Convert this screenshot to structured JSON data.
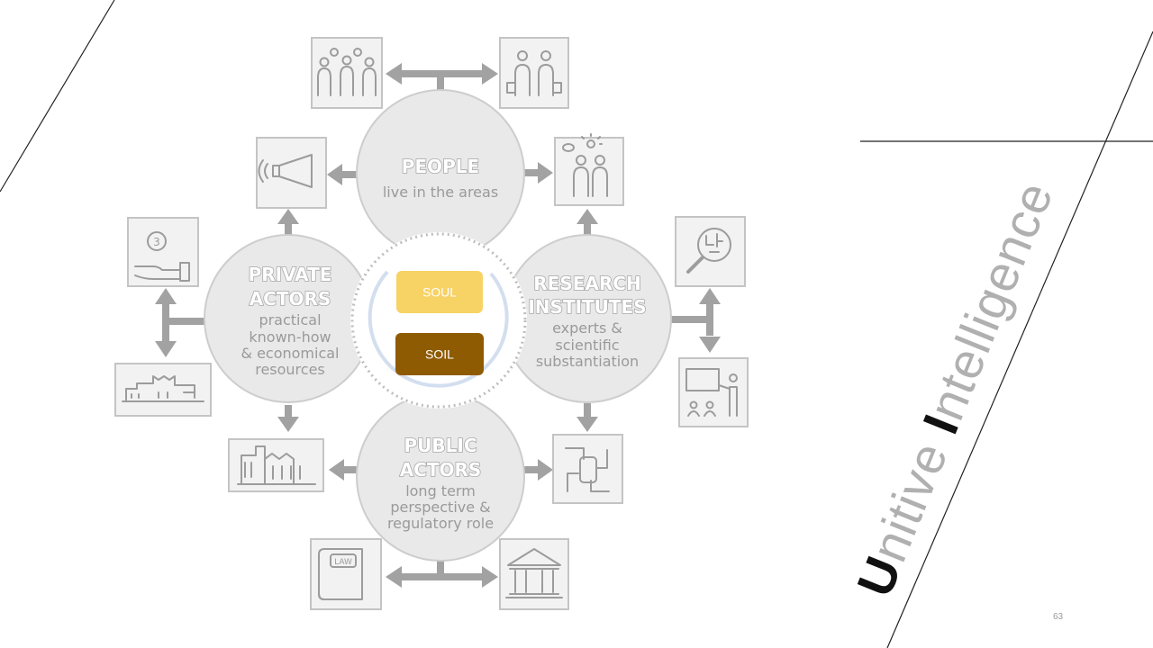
{
  "nodes": {
    "people": {
      "title": "PEOPLE",
      "lines": [
        "live in the areas"
      ]
    },
    "private": {
      "title": [
        "PRIVATE",
        "ACTORS"
      ],
      "lines": [
        "practical",
        "known-how",
        "& economical",
        "resources"
      ]
    },
    "research": {
      "title": [
        "RESEARCH",
        "INSTITUTES"
      ],
      "lines": [
        "experts &",
        "scientific",
        "substantiation"
      ]
    },
    "public": {
      "title": [
        "PUBLIC",
        "ACTORS"
      ],
      "lines": [
        "long term",
        "perspective &",
        "regulatory role"
      ]
    }
  },
  "center": {
    "soul_label": "SOUL",
    "soil_label": "SOIL",
    "soul_color": "#f7d264",
    "soil_color": "#8e5b02"
  },
  "icons": {
    "law_label": "LAW",
    "coin_label": "3"
  },
  "brand": {
    "cap_u": "U",
    "rest_1": "nitive ",
    "cap_i": "I",
    "rest_2": "ntelligence"
  },
  "page_number": "63"
}
